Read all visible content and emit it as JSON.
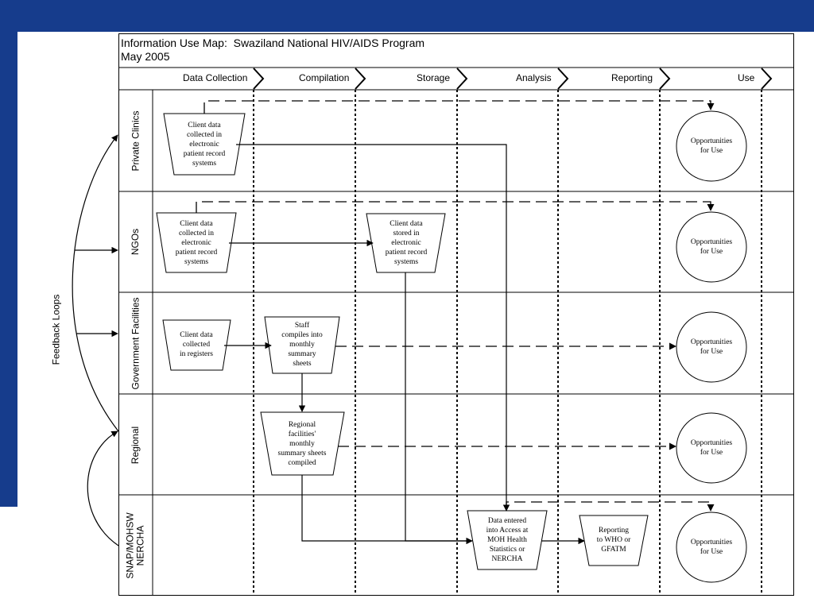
{
  "title": "Information Use Map:  Swaziland National HIV/AIDS Program\nMay 2005",
  "phases": [
    "Data Collection",
    "Compilation",
    "Storage",
    "Analysis",
    "Reporting",
    "Use"
  ],
  "lanes": [
    "Private Clinics",
    "NGOs",
    "Government Facilities",
    "Regional",
    "SNAP/MOHSW\nNERCHA"
  ],
  "feedback_label": "Feedback Loops",
  "nodes": {
    "private_collect": "Client data\ncollected in\nelectronic\npatient record\nsystems",
    "ngo_collect": "Client data\ncollected in\nelectronic\npatient record\nsystems",
    "ngo_store": "Client data\nstored in\nelectronic\npatient record\nsystems",
    "gov_collect": "Client data\ncollected\nin registers",
    "gov_compile": "Staff\ncompiles into\nmonthly\nsummary\nsheets",
    "regional_compile": "Regional\nfacilities'\nmonthly\nsummary sheets\ncompiled",
    "snap_analysis": "Data entered\ninto Access at\nMOH Health\nStatistics or\nNERCHA",
    "snap_report": "Reporting\nto WHO or\nGFATM"
  },
  "use_label": "Opportunities\nfor Use"
}
